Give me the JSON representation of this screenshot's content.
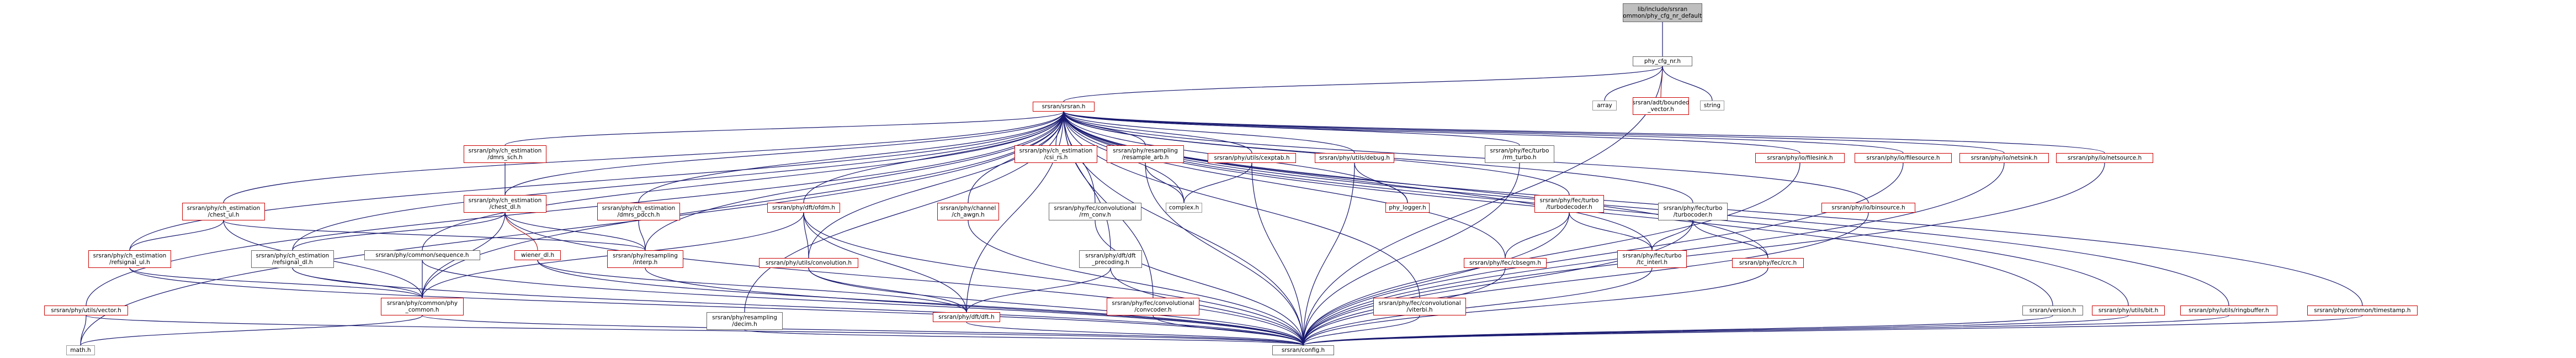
{
  "diagram": {
    "root": {
      "line1": "lib/include/srsran",
      "line2": "/common/phy_cfg_nr_default.h"
    },
    "nodes": {
      "phy_cfg_nr": {
        "line1": "phy_cfg_nr.h"
      },
      "srsran_h": {
        "line1": "srsran/srsran.h"
      },
      "array": {
        "line1": "array"
      },
      "bounded_vector": {
        "line1": "srsran/adt/bounded",
        "line2": "_vector.h"
      },
      "string": {
        "line1": "string"
      },
      "ch_est_dmrs_sch": {
        "line1": "srsran/phy/ch_estimation",
        "line2": "/dmrs_sch.h"
      },
      "ch_est_chest_dl": {
        "line1": "srsran/phy/ch_estimation",
        "line2": "/chest_dl.h"
      },
      "ch_est_chest_ul": {
        "line1": "srsran/phy/ch_estimation",
        "line2": "/chest_ul.h"
      },
      "ch_est_refsignal_ul": {
        "line1": "srsran/phy/ch_estimation",
        "line2": "/refsignal_ul.h"
      },
      "ch_est_refsignal_dl": {
        "line1": "srsran/phy/ch_estimation",
        "line2": "/refsignal_dl.h"
      },
      "ch_est_dmrs_pdcch": {
        "line1": "srsran/phy/ch_estimation",
        "line2": "/dmrs_pdcch.h"
      },
      "ch_est_csi_rs": {
        "line1": "srsran/phy/ch_estimation",
        "line2": "/csi_rs.h"
      },
      "common_sequence": {
        "line1": "srsran/phy/common/sequence.h"
      },
      "common_phy_common": {
        "line1": "srsran/phy/common/phy",
        "line2": "_common.h"
      },
      "wiener_dl": {
        "line1": "wiener_dl.h"
      },
      "resampling_interp": {
        "line1": "srsran/phy/resampling",
        "line2": "/interp.h"
      },
      "resampling_decim": {
        "line1": "srsran/phy/resampling",
        "line2": "/decim.h"
      },
      "resampling_resample_arb": {
        "line1": "srsran/phy/resampling",
        "line2": "/resample_arb.h"
      },
      "dft_ofdm": {
        "line1": "srsran/phy/dft/ofdm.h"
      },
      "dft_dft": {
        "line1": "srsran/phy/dft/dft.h"
      },
      "dft_dft_precoding": {
        "line1": "srsran/phy/dft/dft",
        "line2": "_precoding.h"
      },
      "utils_convolution": {
        "line1": "srsran/phy/utils/convolution.h"
      },
      "utils_vector": {
        "line1": "srsran/phy/utils/vector.h"
      },
      "utils_debug": {
        "line1": "srsran/phy/utils/debug.h"
      },
      "utils_cexptab": {
        "line1": "srsran/phy/utils/cexptab.h"
      },
      "utils_bit": {
        "line1": "srsran/phy/utils/bit.h"
      },
      "utils_ringbuffer": {
        "line1": "srsran/phy/utils/ringbuffer.h"
      },
      "math_h": {
        "line1": "math.h"
      },
      "complex_h": {
        "line1": "complex.h"
      },
      "phy_logger": {
        "line1": "phy_logger.h"
      },
      "channel_ch_awgn": {
        "line1": "srsran/phy/channel",
        "line2": "/ch_awgn.h"
      },
      "fec_conv_rm_conv": {
        "line1": "srsran/phy/fec/convolutional",
        "line2": "/rm_conv.h"
      },
      "fec_conv_convcoder": {
        "line1": "srsran/phy/fec/convolutional",
        "line2": "/convcoder.h"
      },
      "fec_conv_viterbi": {
        "line1": "srsran/phy/fec/convolutional",
        "line2": "/viterbi.h"
      },
      "fec_turbo_rm_turbo": {
        "line1": "srsran/phy/fec/turbo",
        "line2": "/rm_turbo.h"
      },
      "fec_turbo_turbodecoder": {
        "line1": "srsran/phy/fec/turbo",
        "line2": "/turbodecoder.h"
      },
      "fec_turbo_turbocoder": {
        "line1": "srsran/phy/fec/turbo",
        "line2": "/turbocoder.h"
      },
      "fec_turbo_tc_interl": {
        "line1": "srsran/phy/fec/turbo",
        "line2": "/tc_interl.h"
      },
      "fec_cbsegm": {
        "line1": "srsran/phy/fec/cbsegm.h"
      },
      "fec_crc": {
        "line1": "srsran/phy/fec/crc.h"
      },
      "io_filesink": {
        "line1": "srsran/phy/io/filesink.h"
      },
      "io_filesource": {
        "line1": "srsran/phy/io/filesource.h"
      },
      "io_netsink": {
        "line1": "srsran/phy/io/netsink.h"
      },
      "io_netsource": {
        "line1": "srsran/phy/io/netsource.h"
      },
      "io_binsource": {
        "line1": "srsran/phy/io/binsource.h"
      },
      "srsran_version": {
        "line1": "srsran/version.h"
      },
      "common_timestamp": {
        "line1": "srsran/phy/common/timestamp.h"
      },
      "config_h": {
        "line1": "srsran/config.h"
      }
    }
  }
}
